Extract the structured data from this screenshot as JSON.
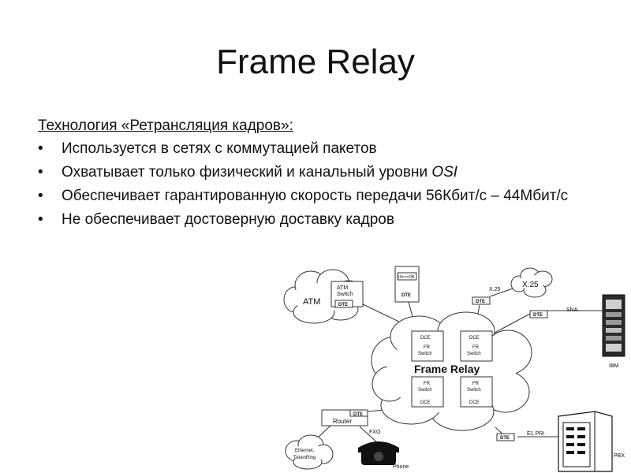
{
  "slide": {
    "title": "Frame Relay",
    "intro": "Технология «Ретрансляция кадров»:",
    "bullet_marker": "•",
    "bullets": [
      {
        "text": "Используется в сетях с коммутацией пакетов"
      },
      {
        "text": "Охватывает только физический и канальный уровни ",
        "emphasis": "OSI"
      },
      {
        "text": "Обеспечивает гарантированную скорость передачи 56Кбит/с – 44Мбит/с"
      },
      {
        "text": "Не обеспечивает достоверную доставку кадров"
      }
    ]
  },
  "diagram": {
    "center_label": "Frame Relay",
    "dte": "DTE",
    "dce": "DCE",
    "fr_switch": [
      "FR",
      "Switch"
    ],
    "atm_cloud": "ATM",
    "atm_switch": [
      "ATM",
      "Switch"
    ],
    "x25_cloud": "X.25",
    "x25_link": "X.25",
    "sna_link": "SNA",
    "ibm": "IBM",
    "terminal_tag": "10=>=DB",
    "router": "Router",
    "fxo": "FXO",
    "phone": "Phone",
    "lan_cloud": [
      "Ethernet,",
      "TokenRing"
    ],
    "e1": "E1 PRI",
    "pbx": "PBX"
  }
}
